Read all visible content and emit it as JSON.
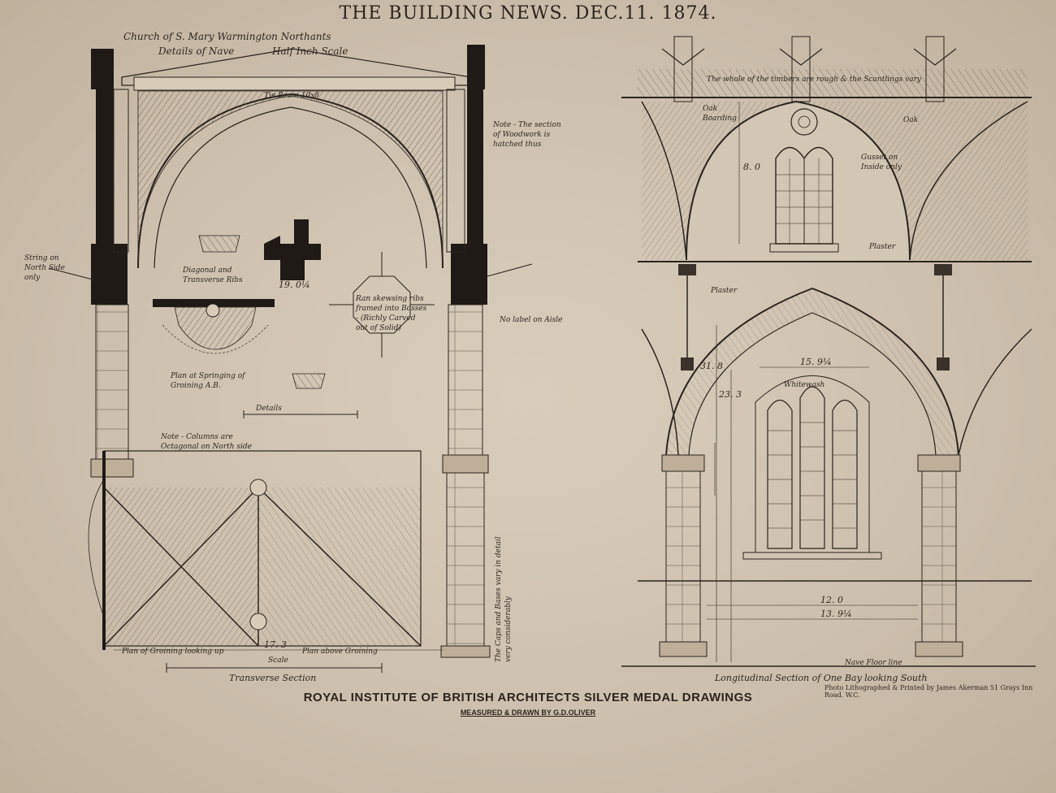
{
  "header": {
    "title": "THE BUILDING NEWS. DEC.11. 1874."
  },
  "left_title": {
    "line1": "Church of S. Mary Warmington Northants",
    "line2": "Details of Nave",
    "line3": "Half Inch Scale"
  },
  "notes": {
    "tie_beam": "Tie Beam 10x8",
    "woodwork": "Note - The section of Woodwork is hatched thus",
    "string": "String on North Side only",
    "no_label": "No label on Aisle",
    "diagonal": "Diagonal and Transverse Ribs",
    "plan_springing": "Plan at Springing of Groining A.B.",
    "bosses": "Ran skewsing ribs framed into Bosses - (Richly Carved out of Solid)",
    "details_scale": "Details",
    "columns": "Note - Columns are Octagonal on North side",
    "caps_bases": "The Caps and Bases vary in detail very considerably",
    "plaster_top": "Plaster",
    "plaster_mid": "Plaster",
    "oak_left": "Oak Boarding",
    "oak_right": "Oak",
    "scantling": "The whole of the timbers are rough & the Scantlings vary",
    "whitewash": "Whitewash",
    "nave_floor": "Nave Floor line",
    "gusset": "Gusset on Inside only"
  },
  "dimensions": {
    "d19": "19. 0¼",
    "d8": "8. 0",
    "d15": "15. 9¼",
    "d31": "31. 8",
    "d23": "23. 3",
    "d12": "12. 0",
    "d13": "13. 9¼",
    "d17": "17. 3"
  },
  "captions": {
    "plan_groining": "Plan of Groining looking up",
    "plan_above": "Plan above Groining",
    "scale": "Scale",
    "transverse": "Transverse Section",
    "longitudinal": "Longitudinal Section of One Bay looking South"
  },
  "footer": {
    "main": "ROYAL INSTITUTE OF BRITISH ARCHITECTS SILVER MEDAL DRAWINGS",
    "sub": "MEASURED & DRAWN BY G.D.OLIVER",
    "printer": "Photo Lithographed & Printed by James Akerman 51 Grays Inn Road. W.C."
  },
  "colors": {
    "ink": "#2a241e",
    "paper": "#d2c6b4",
    "wall": "#1f1a16"
  }
}
